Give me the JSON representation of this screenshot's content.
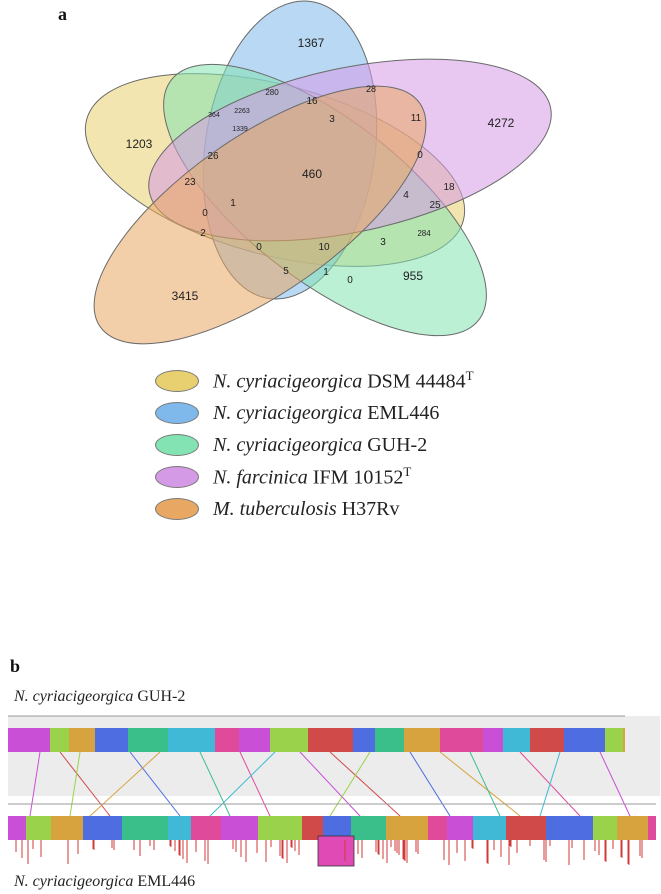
{
  "panel_a": {
    "label": "a"
  },
  "panel_b": {
    "label": "b"
  },
  "venn": {
    "sets": [
      {
        "species": "N. cyriacigeorgica",
        "strain": "DSM 44484",
        "sup": "T",
        "color": "#e8cf6f"
      },
      {
        "species": "N. cyriacigeorgica",
        "strain": "EML446",
        "sup": "",
        "color": "#7fb8ea"
      },
      {
        "species": "N. cyriacigeorgica",
        "strain": "GUH-2",
        "sup": "",
        "color": "#83e3b3"
      },
      {
        "species": "N. farcinica",
        "strain": "IFM 10152",
        "sup": "T",
        "color": "#d59ae6"
      },
      {
        "species": "M. tuberculosis",
        "strain": "H37Rv",
        "sup": "",
        "color": "#e8a762"
      }
    ],
    "counts": [
      "1367",
      "1203",
      "4272",
      "3415",
      "955",
      "460",
      "280",
      "28",
      "364",
      "2263",
      "16",
      "1339",
      "3",
      "11",
      "26",
      "0",
      "23",
      "1",
      "18",
      "4",
      "25",
      "0",
      "2",
      "284",
      "0",
      "10",
      "3",
      "5",
      "1",
      "0"
    ]
  },
  "alignment": {
    "top_genome": {
      "species": "N. cyriacigeorgica",
      "strain": "GUH-2"
    },
    "bottom_genome": {
      "species": "N. cyriacigeorgica",
      "strain": "EML446"
    },
    "block_colors": [
      "#c94fd6",
      "#d14a4a",
      "#9ad34b",
      "#4d6de0",
      "#d7a33e",
      "#3bbf8a",
      "#e04a9a",
      "#3fb9d6"
    ]
  }
}
